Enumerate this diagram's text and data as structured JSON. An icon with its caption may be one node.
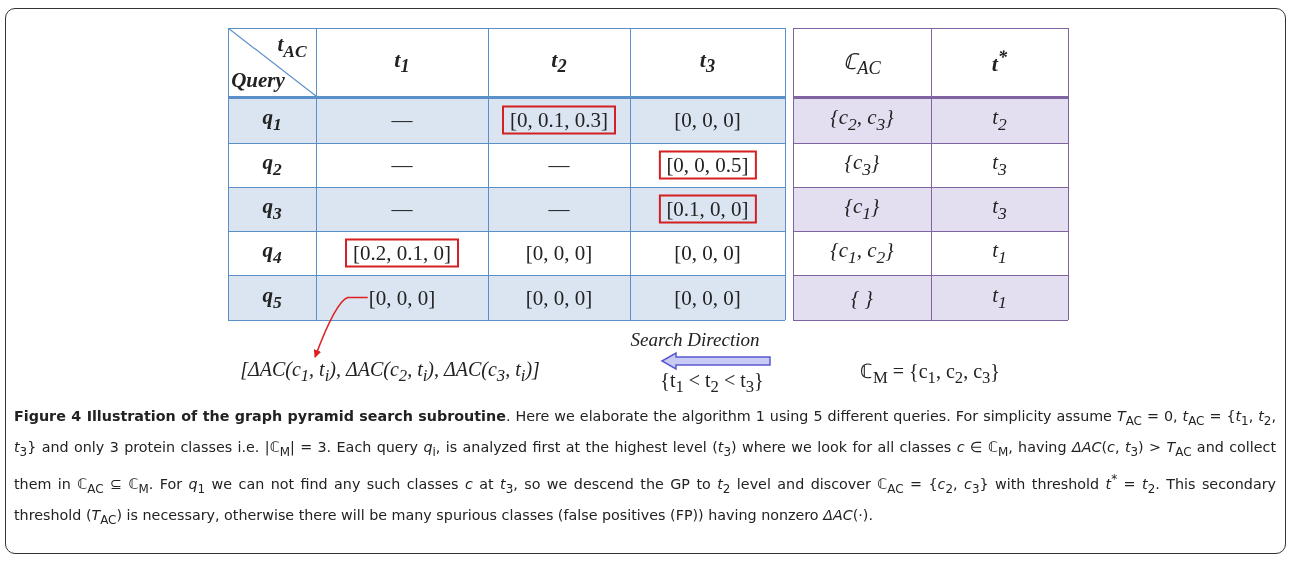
{
  "diagram": {
    "caption": "**Figure 4 Illustration of the graph pyramid search subroutine**. Here we elaborate the algorithm 1 using 5 different queries. For simplicity assume *T*$_{AC}$ = 0, *t*$_{AC}$ = {*t*$_{1}$, *t*$_{2}$, *t*$_{3}$} and only 3 protein classes i.e. |ℂ$_{M}$| = 3. Each query *q*$_{i}$, is analyzed first at the highest level (*t*$_{3}$) where we look for all classes *c* ∈ ℂ$_{M}$, having *ΔAC*(*c*, *t*$_{3}$) > *T*$_{AC}$ and collect them in ℂ$_{AC}$ ⊆ ℂ$_{M}$. For *q*$_{1}$ we can not find any such classes *c* at *t*$_{3}$, so we descend the GP to *t*$_{2}$ level and discover ℂ$_{AC}$ = {*c*$_{2}$, *c*$_{3}$} with threshold *t*$^{*}$ = *t*$_{2}$. This secondary threshold (*T*$_{AC}$) is necessary, otherwise there will be many spurious classes (false positives (FP)) having nonzero *ΔAC*(·).",
    "nodes": [
      {
        "text": [
          "[0, 0, 0]"
        ]
      },
      {
        "text": [
          "[ΔAC(c$_{1}$, t$_{i}$), ΔAC(c$_{2}$, t$_{i}$), ΔAC(c$_{3}$, t$_{i}$)]"
        ]
      }
    ],
    "edges": [
      {
        "from": 0,
        "to": 1,
        "arrow": "to",
        "color": "#e02020"
      }
    ],
    "labels": [
      "t$_{AC}$",
      "Query",
      "t$_{1}$",
      "t$_{2}$",
      "t$_{3}$",
      "ℂ$_{AC}$",
      "t$^{*}$",
      "q$_{1}$",
      "—",
      "[0, 0.1, 0.3]",
      "[0, 0, 0]",
      "{c$_{2}$, c$_{3}$}",
      "t$_{2}$",
      "q$_{2}$",
      "—",
      "—",
      "[0, 0, 0.5]",
      "{c$_{3}$}",
      "t$_{3}$",
      "q$_{3}$",
      "—",
      "—",
      "[0.1, 0, 0]",
      "{c$_{1}$}",
      "t$_{3}$",
      "q$_{4}$",
      "[0.2, 0.1, 0]",
      "[0, 0, 0]",
      "[0, 0, 0]",
      "{c$_{1}$, c$_{2}$}",
      "t$_{1}$",
      "q$_{5}$",
      "[0, 0, 0]",
      "[0, 0, 0]",
      "{ }",
      "t$_{1}$",
      "Search Direction",
      "{t$_{1}$ < t$_{2}$ < t$_{3}$}",
      "ℂ$_{M}$ = {c$_{1}$, c$_{2}$, c$_{3}$}"
    ]
  }
}
